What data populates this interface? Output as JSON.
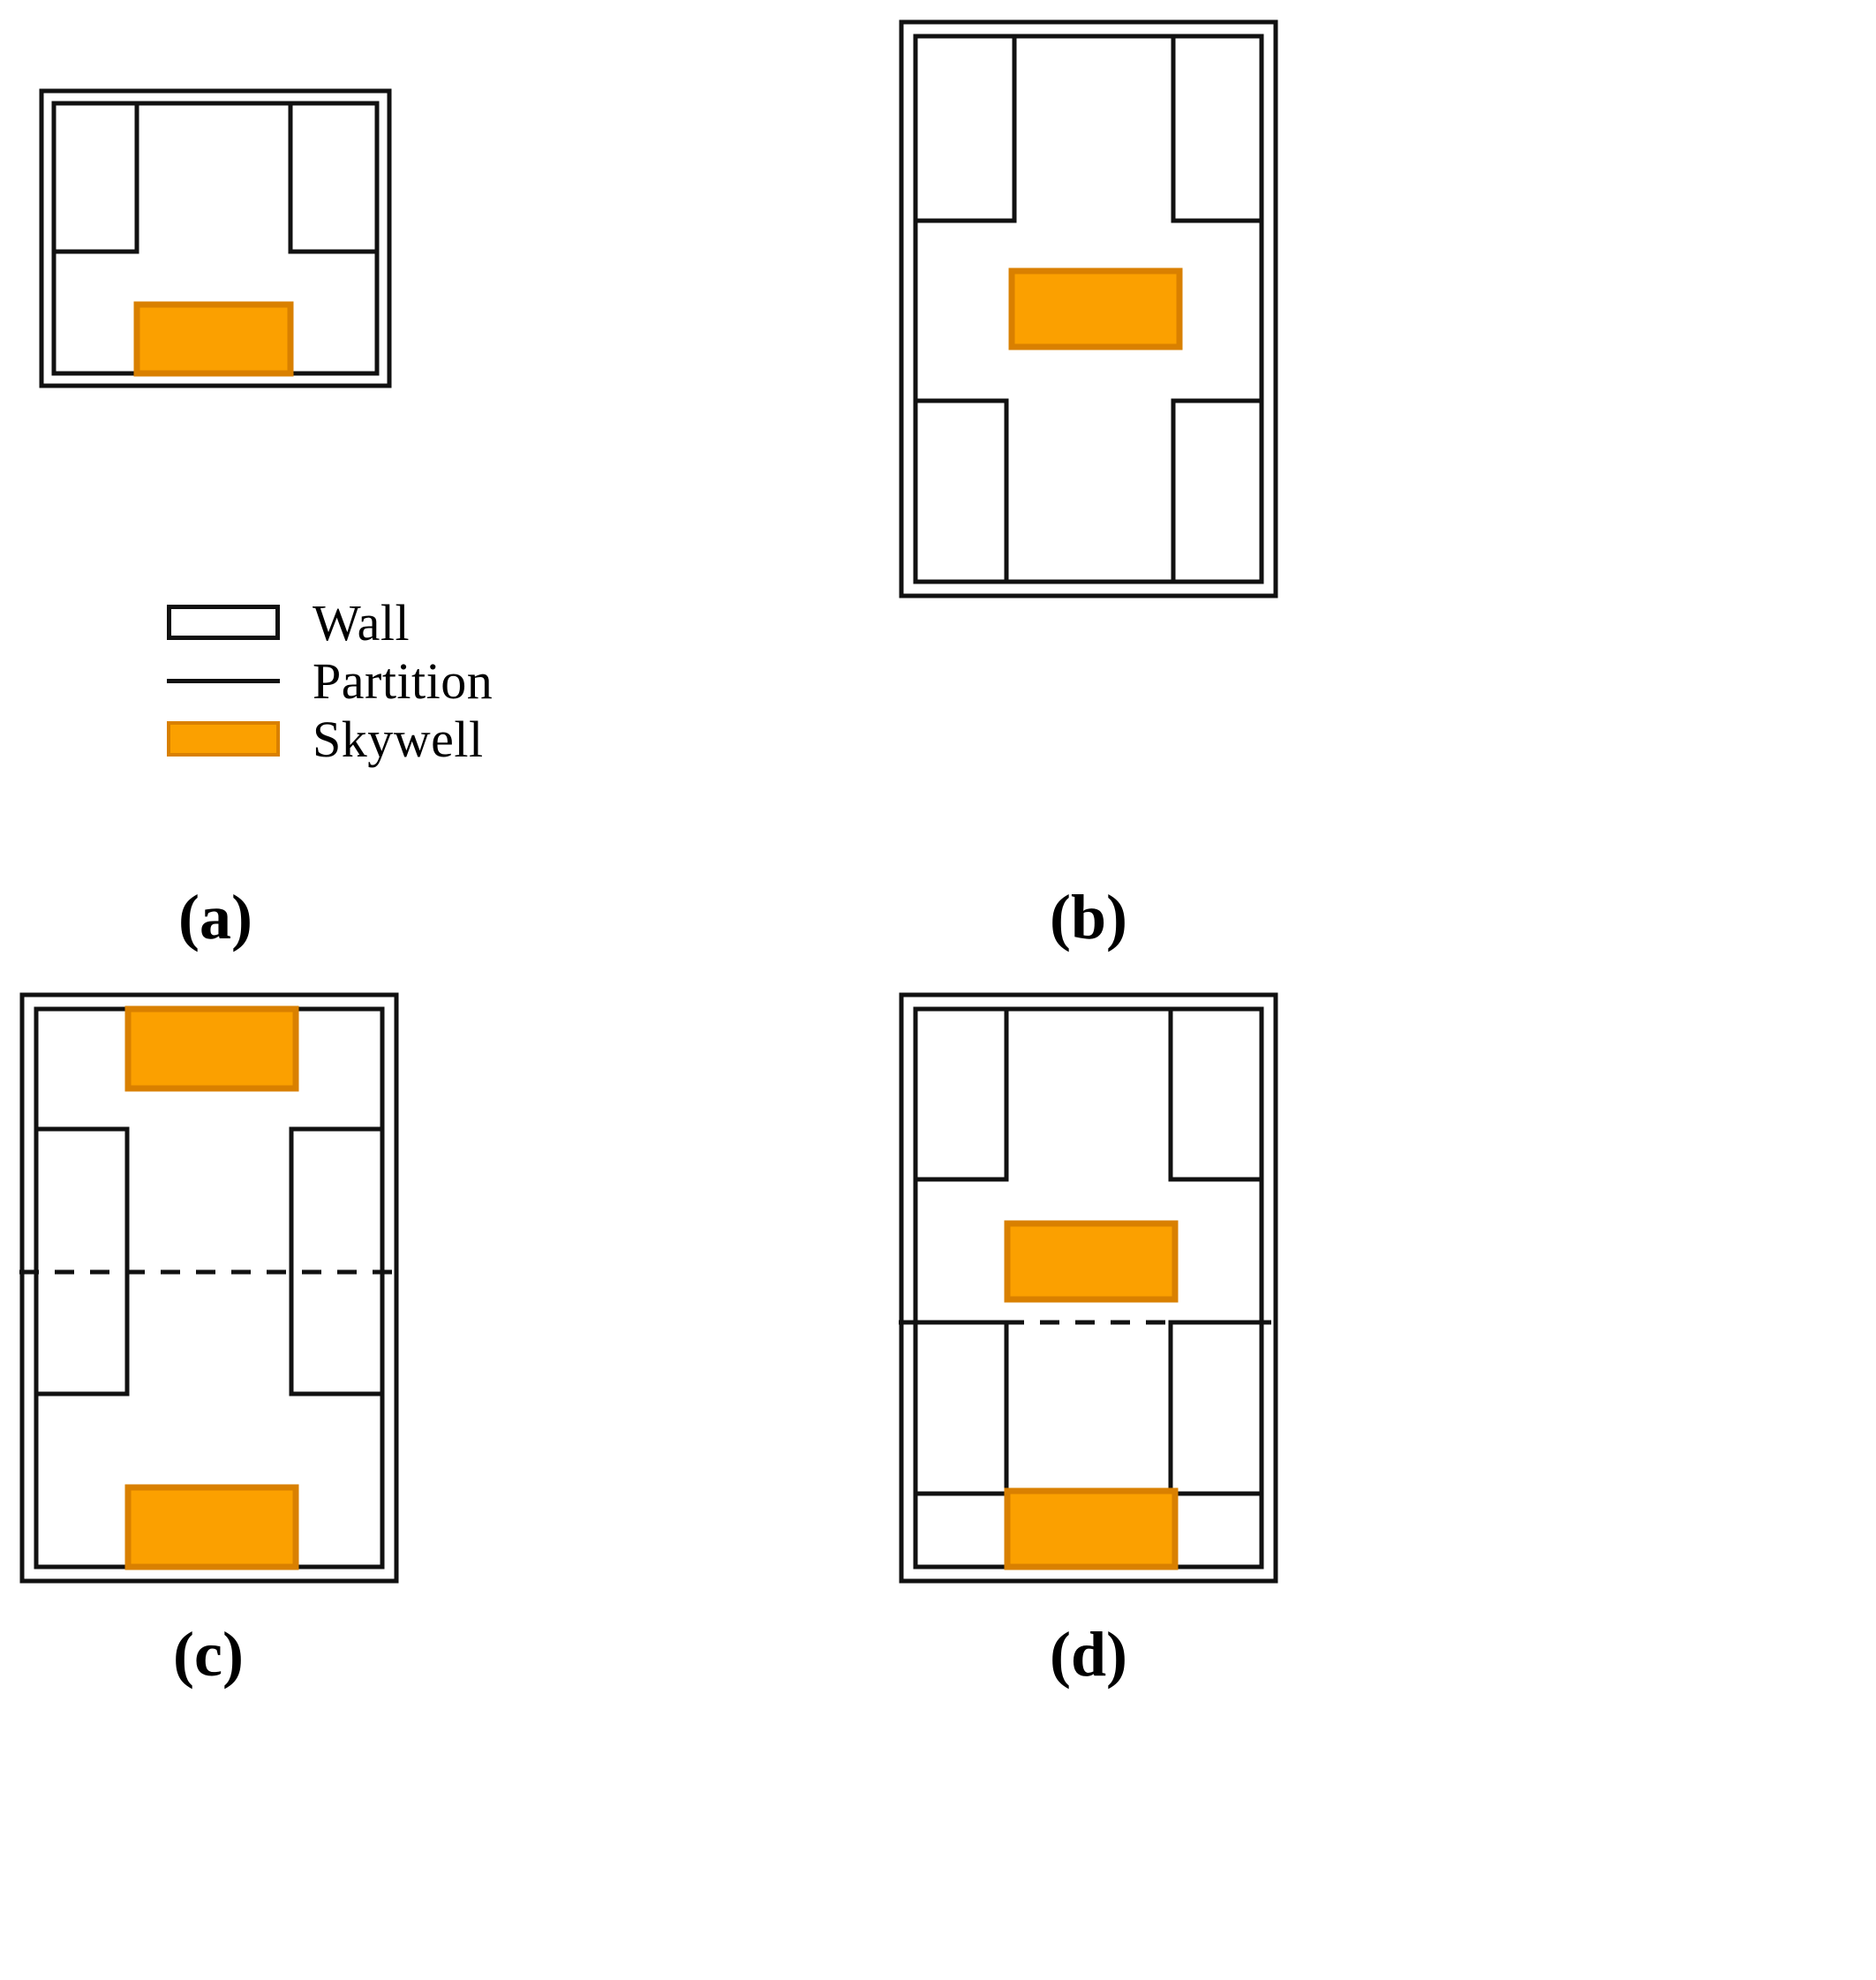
{
  "figure": {
    "type": "architectural-floor-plan-diagram",
    "description": "Four schematic courtyard-house floor plans showing wall, partition and skywell arrangements"
  },
  "colors": {
    "wall_stroke": "#111111",
    "partition_stroke": "#111111",
    "skywell_fill": "#FBA000",
    "skywell_stroke": "#D98000",
    "background": "#FFFFFF"
  },
  "legend": {
    "items": [
      {
        "key": "wall",
        "label": "Wall"
      },
      {
        "key": "partition",
        "label": "Partition"
      },
      {
        "key": "skywell",
        "label": "Skywell"
      }
    ]
  },
  "panels": [
    {
      "id": "a",
      "label": "(a)",
      "shape": "square",
      "skywell_count": 1,
      "skywell_positions": [
        "bottom-center"
      ],
      "room_blocks": [
        "top-left",
        "top-right"
      ],
      "has_dashed_axis": false
    },
    {
      "id": "b",
      "label": "(b)",
      "shape": "vertical-rectangle",
      "skywell_count": 1,
      "skywell_positions": [
        "center"
      ],
      "room_blocks": [
        "top-left",
        "top-right",
        "bottom-left",
        "bottom-right"
      ],
      "has_dashed_axis": false
    },
    {
      "id": "c",
      "label": "(c)",
      "shape": "vertical-rectangle",
      "skywell_count": 2,
      "skywell_positions": [
        "top-center",
        "bottom-center"
      ],
      "room_blocks": [
        "middle-left",
        "middle-right"
      ],
      "has_dashed_axis": true
    },
    {
      "id": "d",
      "label": "(d)",
      "shape": "vertical-rectangle",
      "skywell_count": 2,
      "skywell_positions": [
        "upper-center",
        "bottom-center"
      ],
      "room_blocks": [
        "top-left",
        "top-right",
        "lower-left",
        "lower-right"
      ],
      "has_dashed_axis": true
    }
  ]
}
